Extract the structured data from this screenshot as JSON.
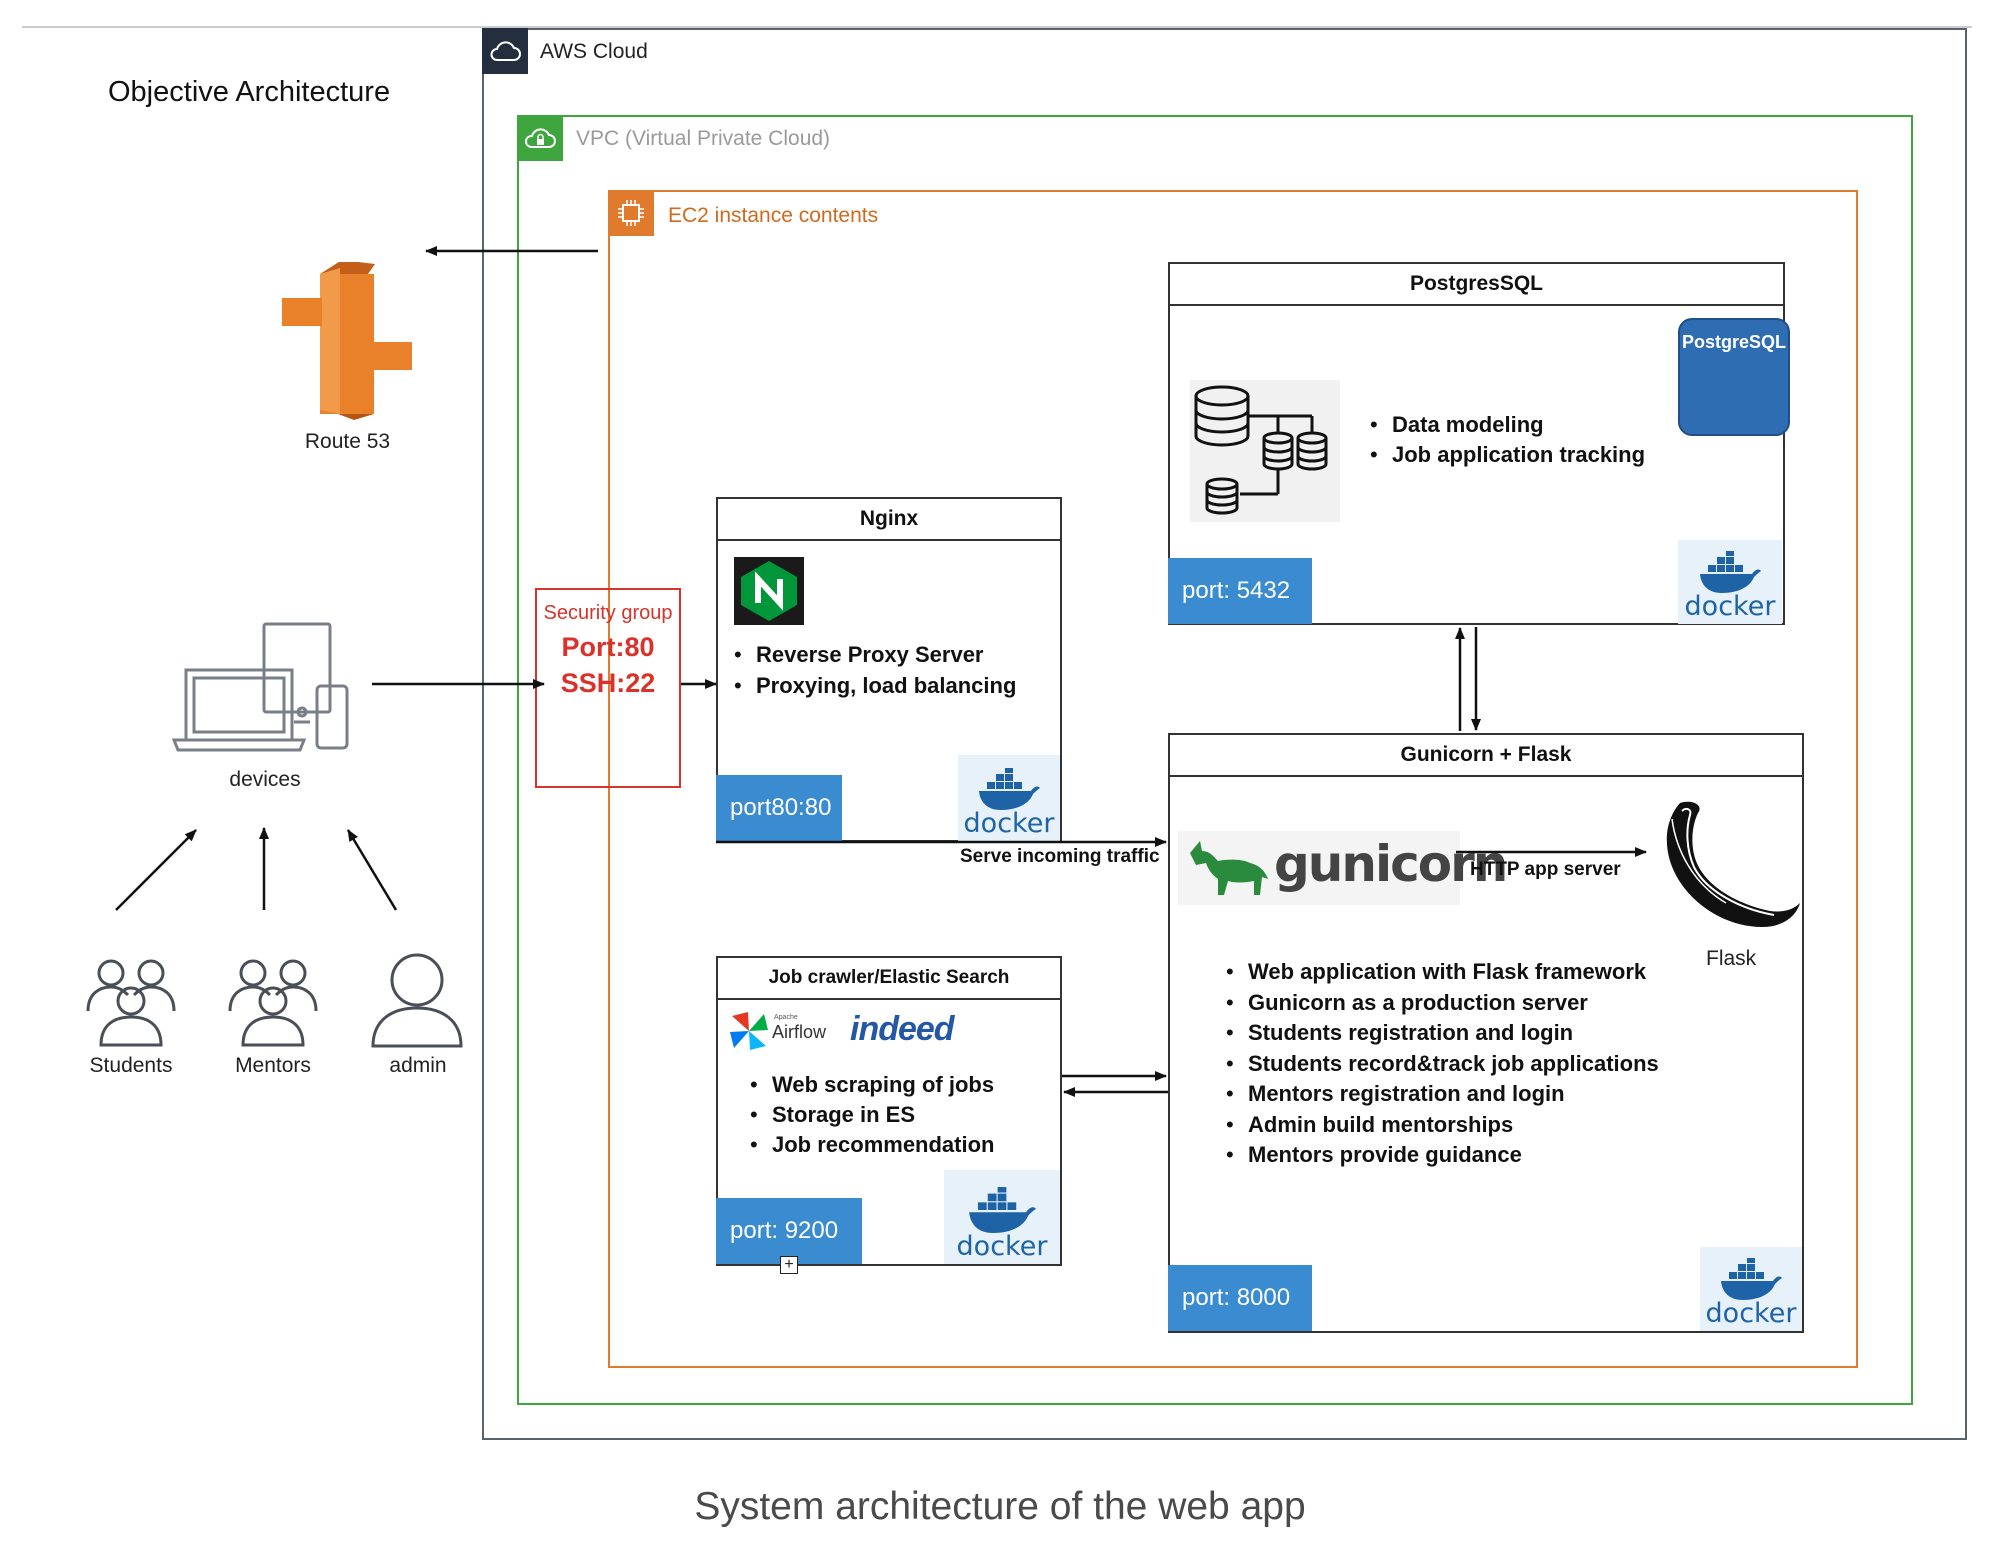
{
  "diagram_title": "Objective Architecture",
  "caption": "System architecture of the web app",
  "aws_cloud_label": "AWS Cloud",
  "vpc_label": "VPC (Virtual Private Cloud)",
  "ec2_label": "EC2 instance contents",
  "route53_label": "Route 53",
  "devices_label": "devices",
  "users": [
    {
      "label": "Students"
    },
    {
      "label": "Mentors"
    },
    {
      "label": "admin"
    }
  ],
  "security_group": {
    "title": "Security group",
    "port": "Port:80",
    "ssh": "SSH:22"
  },
  "nginx": {
    "title": "Nginx",
    "bullets": [
      "Reverse Proxy Server",
      "Proxying, load balancing"
    ],
    "port": "port80:80",
    "docker": "docker"
  },
  "postgres": {
    "title": "PostgresSQL",
    "logo_text": "PostgreSQL",
    "bullets": [
      "Data modeling",
      "Job application tracking"
    ],
    "port": "port: 5432",
    "docker": "docker"
  },
  "crawler": {
    "title": "Job crawler/Elastic Search",
    "airflow_small": "Apache",
    "airflow_text": "Airflow",
    "indeed_text": "indeed",
    "bullets": [
      "Web scraping of jobs",
      "Storage in ES",
      "Job recommendation"
    ],
    "port": "port: 9200",
    "docker": "docker"
  },
  "flask": {
    "title": "Gunicorn + Flask",
    "gunicorn_text": "gunicorn",
    "http_label": "HTTP app server",
    "flask_label": "Flask",
    "bullets": [
      "Web application with Flask framework",
      "Gunicorn as a production server",
      "Students registration and login",
      "Students record&track job applications",
      "Mentors registration and login",
      "Admin build mentorships",
      "Mentors provide guidance"
    ],
    "port": "port: 8000",
    "docker": "docker"
  },
  "serve_label": "Serve incoming traffic",
  "colors": {
    "aws": "#232f3e",
    "vpc": "#3fa63f",
    "ec2": "#e07b2e",
    "security": "#d9322a",
    "port_bg": "#3b8bd1",
    "nginx": "#009639",
    "route53": "#e8812a"
  }
}
